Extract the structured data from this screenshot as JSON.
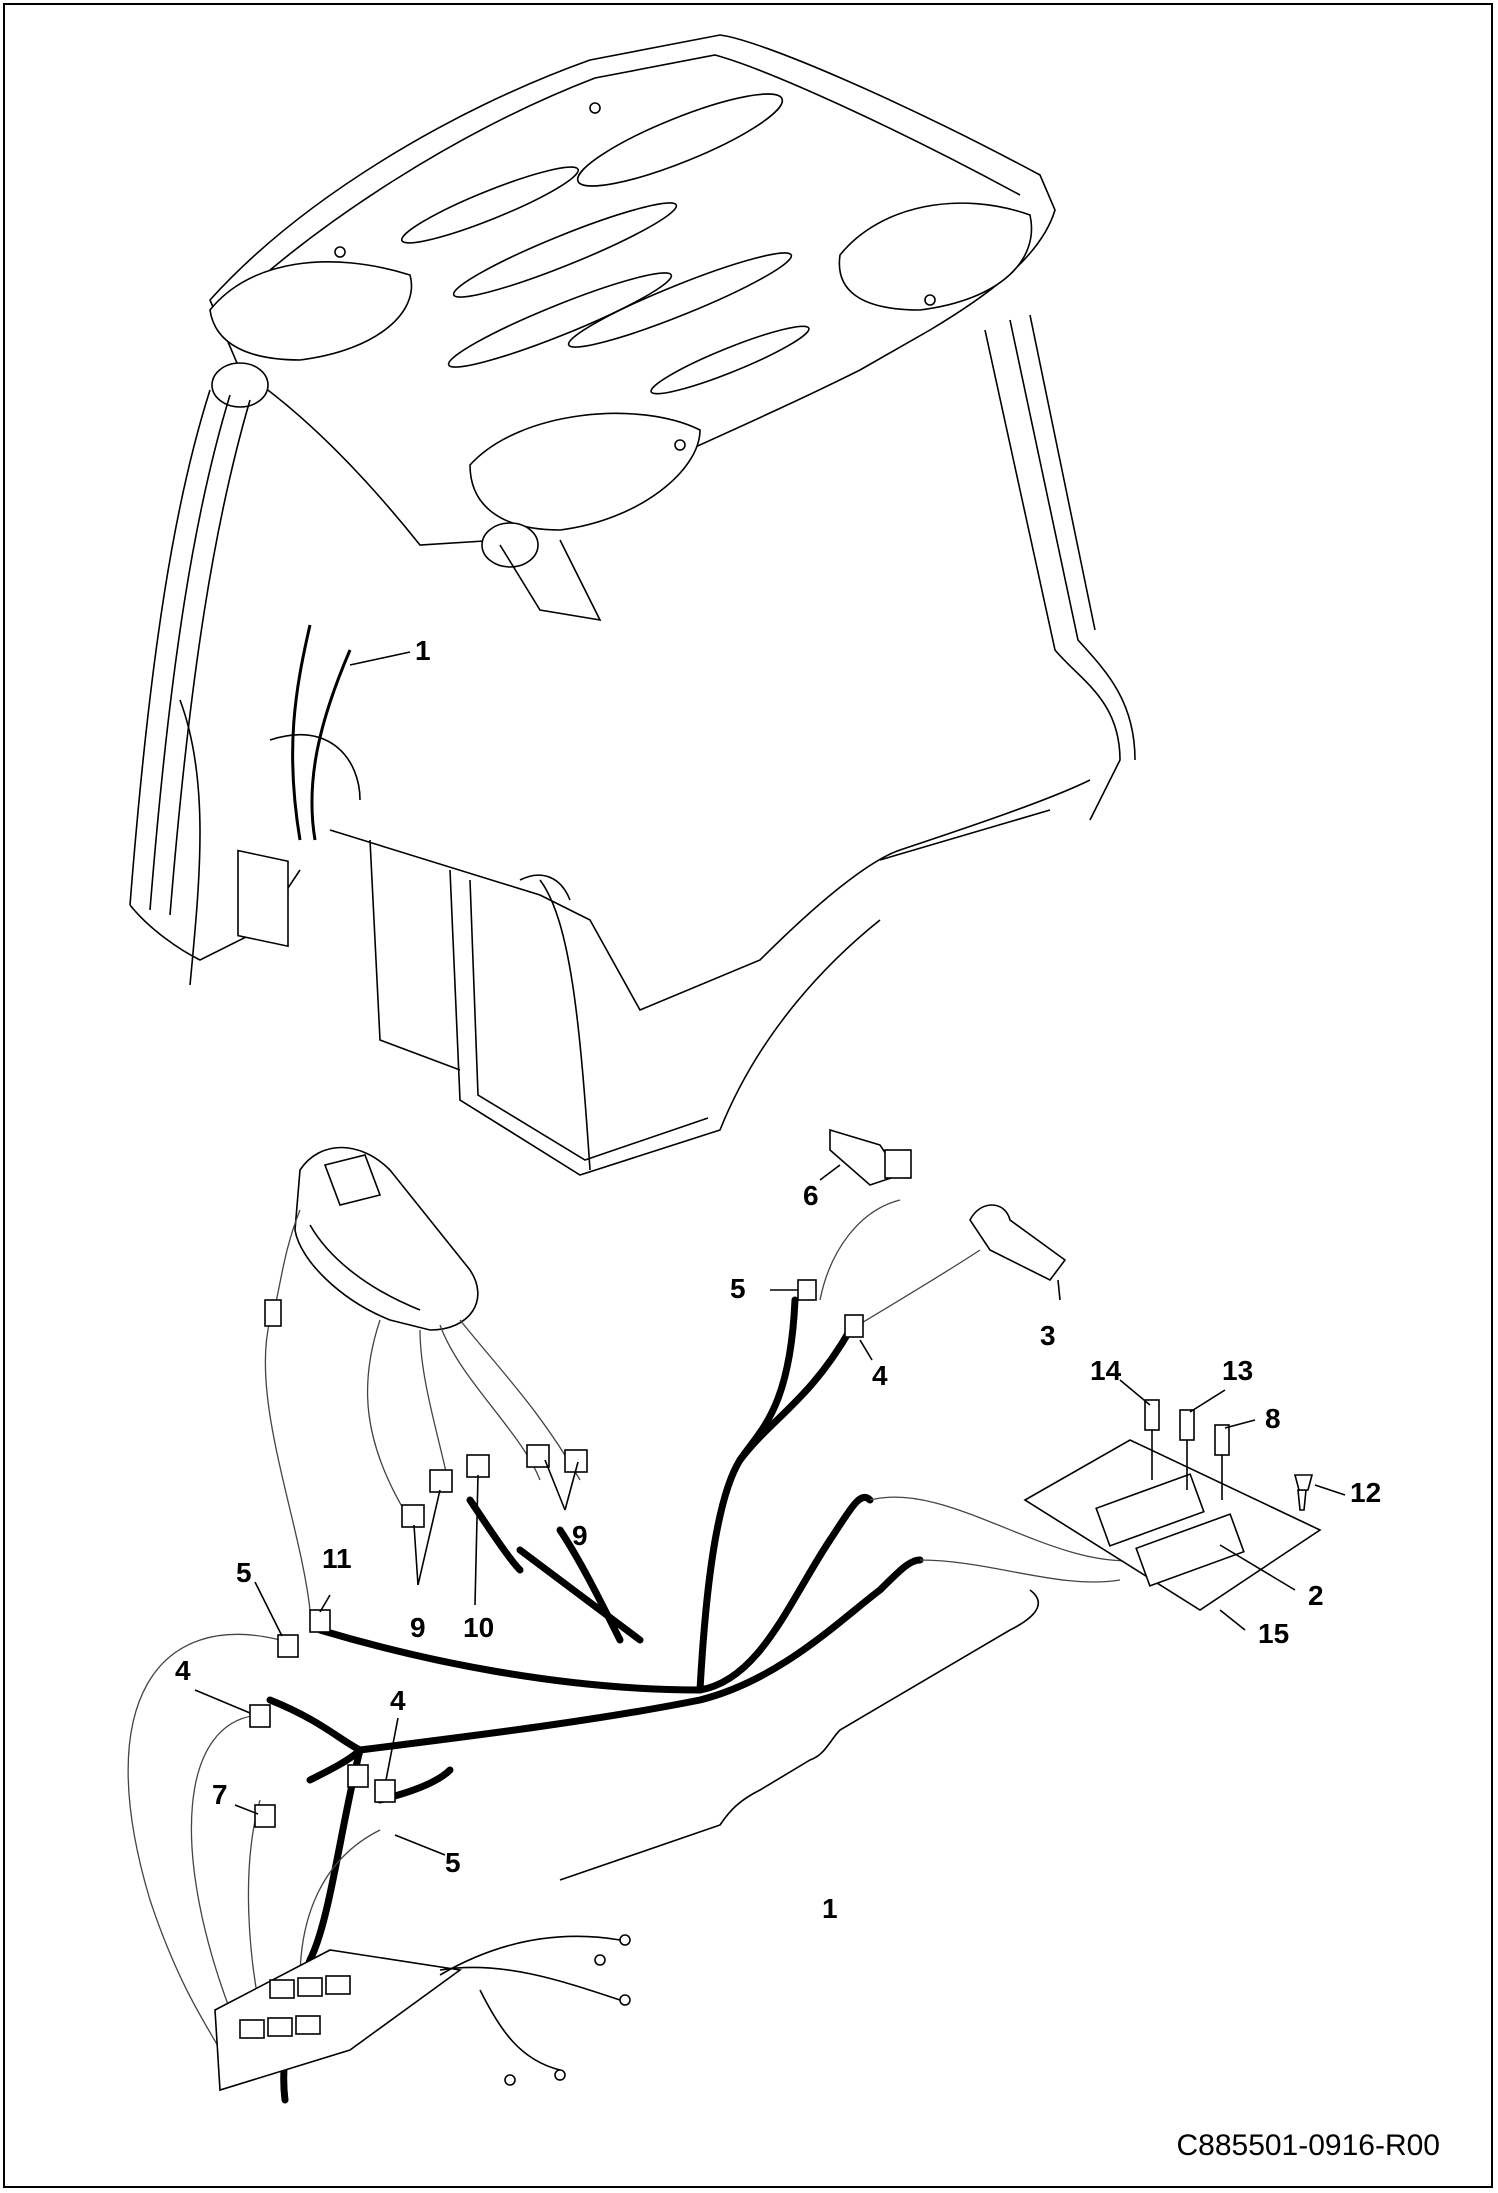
{
  "drawing": {
    "figure_id": "C885501-0916-R00",
    "callouts": [
      {
        "key": "c1a",
        "label": "1"
      },
      {
        "key": "c1b",
        "label": "1"
      },
      {
        "key": "c2",
        "label": "2"
      },
      {
        "key": "c3",
        "label": "3"
      },
      {
        "key": "c4a",
        "label": "4"
      },
      {
        "key": "c4b",
        "label": "4"
      },
      {
        "key": "c4c",
        "label": "4"
      },
      {
        "key": "c5a",
        "label": "5"
      },
      {
        "key": "c5b",
        "label": "5"
      },
      {
        "key": "c5c",
        "label": "5"
      },
      {
        "key": "c6",
        "label": "6"
      },
      {
        "key": "c7",
        "label": "7"
      },
      {
        "key": "c8",
        "label": "8"
      },
      {
        "key": "c9a",
        "label": "9"
      },
      {
        "key": "c9b",
        "label": "9"
      },
      {
        "key": "c10",
        "label": "10"
      },
      {
        "key": "c11",
        "label": "11"
      },
      {
        "key": "c12",
        "label": "12"
      },
      {
        "key": "c13",
        "label": "13"
      },
      {
        "key": "c14",
        "label": "14"
      },
      {
        "key": "c15",
        "label": "15"
      }
    ]
  }
}
